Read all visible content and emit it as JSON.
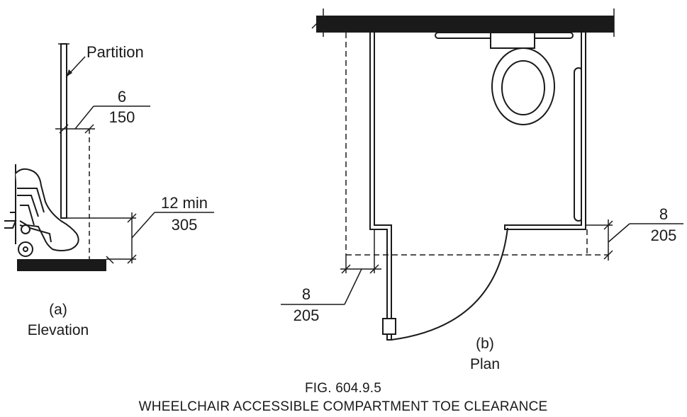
{
  "elevation": {
    "partition_label": "Partition",
    "dim_top_in": "6",
    "dim_top_mm": "150",
    "dim_min_in": "12 min",
    "dim_min_mm": "305",
    "caption_letter": "(a)",
    "caption_name": "Elevation"
  },
  "plan": {
    "dim_right_in": "8",
    "dim_right_mm": "205",
    "dim_left_in": "8",
    "dim_left_mm": "205",
    "caption_letter": "(b)",
    "caption_name": "Plan"
  },
  "figure": {
    "number": "FIG. 604.9.5",
    "title": "WHEELCHAIR ACCESSIBLE COMPARTMENT TOE CLEARANCE"
  }
}
